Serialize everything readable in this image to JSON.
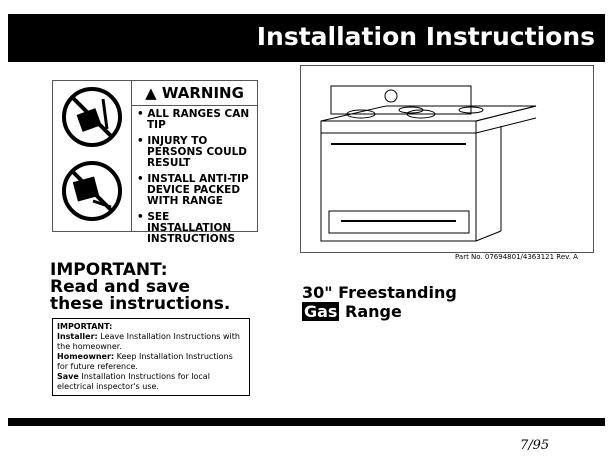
{
  "header": {
    "title": "Installation Instructions"
  },
  "warning": {
    "title": "WARNING",
    "items": [
      "ALL RANGES CAN TIP",
      "INJURY TO PERSONS COULD RESULT",
      "INSTALL ANTI-TIP DEVICE PACKED WITH RANGE",
      "SEE INSTALLATION INSTRUCTIONS"
    ]
  },
  "important": {
    "line1": "IMPORTANT:",
    "line2": "Read and save",
    "line3": "these instructions."
  },
  "note": {
    "heading": "IMPORTANT:",
    "installer_label": "Installer:",
    "installer_text": "Leave Installation Instructions with the homeowner.",
    "homeowner_label": "Homeowner:",
    "homeowner_text": "Keep Installation Instructions for future reference.",
    "save_label": "Save",
    "save_text": "Installation Instructions for local electrical inspector's use."
  },
  "part_no": "Part No. 07694801/4363121 Rev. A",
  "product": {
    "line1": "30\" Freestanding",
    "gas": "Gas",
    "range": "Range"
  },
  "date": "7/95"
}
